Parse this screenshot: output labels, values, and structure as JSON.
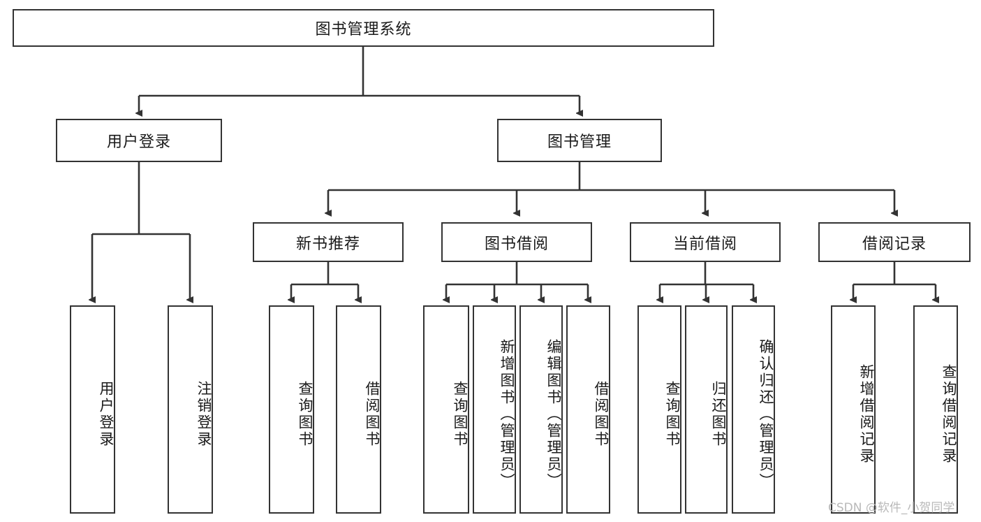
{
  "diagram": {
    "title": "图书管理系统",
    "type": "tree",
    "watermark": "CSDN @软件_小贺同学",
    "colors": {
      "border": "#333333",
      "background": "#ffffff",
      "text": "#1a1a1a",
      "watermark": "#b9b9b9"
    },
    "root": {
      "label": "图书管理系统"
    },
    "level2": [
      {
        "label": "用户登录"
      },
      {
        "label": "图书管理"
      }
    ],
    "level3": [
      {
        "label": "新书推荐"
      },
      {
        "label": "图书借阅"
      },
      {
        "label": "当前借阅"
      },
      {
        "label": "借阅记录"
      }
    ],
    "leaves": {
      "user_login": [
        {
          "label": "用户登录"
        },
        {
          "label": "注销登录"
        }
      ],
      "new_book": [
        {
          "label": "查询图书"
        },
        {
          "label": "借阅图书"
        }
      ],
      "borrow_book": [
        {
          "label": "查询图书"
        },
        {
          "label": "新增图书（管理员）"
        },
        {
          "label": "编辑图书（管理员）"
        },
        {
          "label": "借阅图书"
        }
      ],
      "current_borrow": [
        {
          "label": "查询图书"
        },
        {
          "label": "归还图书"
        },
        {
          "label": "确认归还（管理员）"
        }
      ],
      "borrow_record": [
        {
          "label": "新增借阅记录"
        },
        {
          "label": "查询借阅记录"
        }
      ]
    }
  }
}
